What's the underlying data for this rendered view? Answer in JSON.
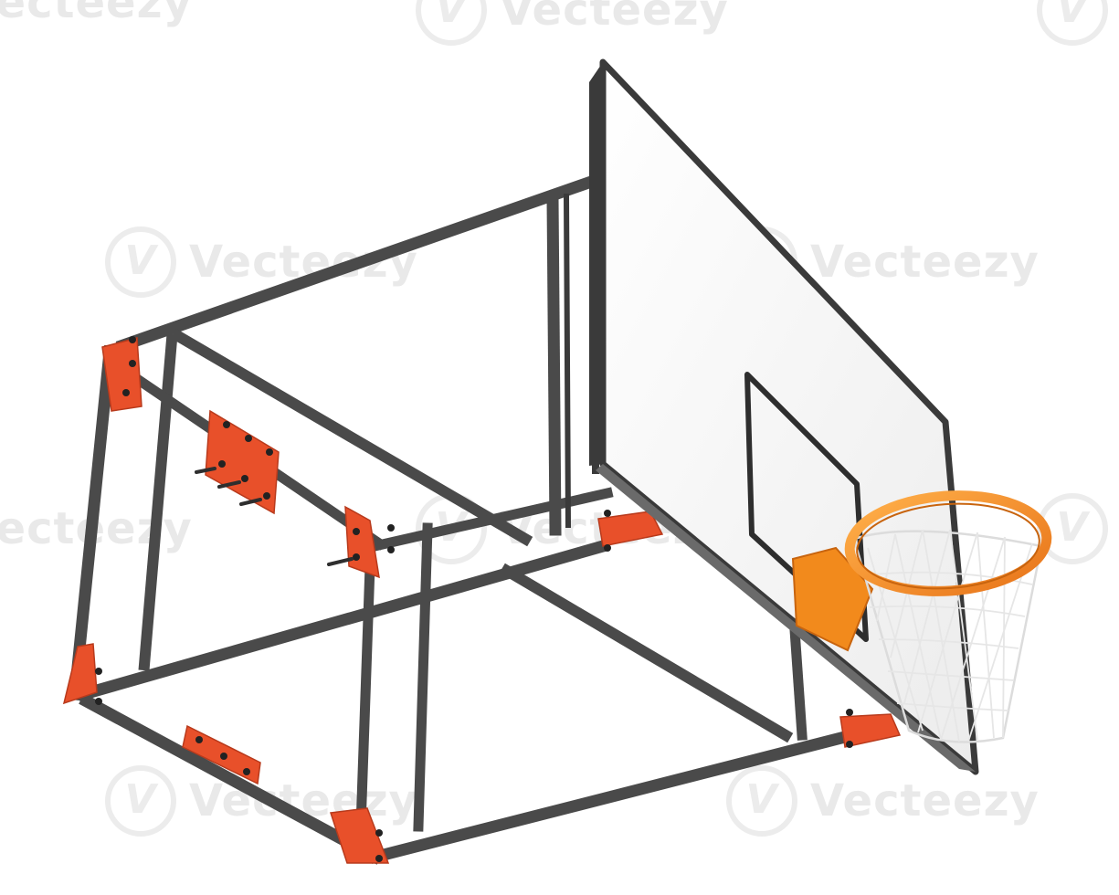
{
  "watermark": {
    "brand": "Vecteezy",
    "logo_glyph": "V"
  },
  "colors": {
    "frame": "#4a4a4a",
    "frame_dark": "#2e2e2e",
    "bracket": "#e8502a",
    "rim": "#f28a1c",
    "backboard": "#f4f4f4",
    "backboard_edge": "#3a3a3a",
    "net": "#f7f7f7",
    "watermark": "#e9e9e9"
  },
  "icons": [
    "vecteezy-logo-watermark"
  ]
}
